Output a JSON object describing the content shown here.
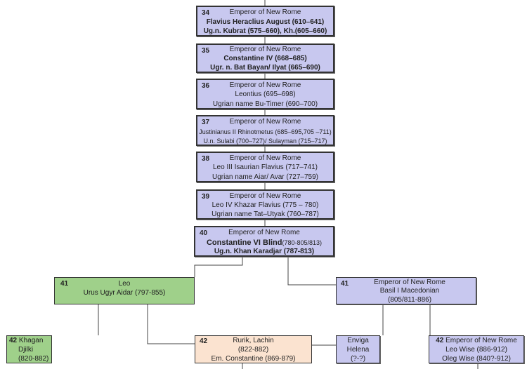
{
  "emperors": [
    {
      "num": "34",
      "title": "Emperor of New Rome",
      "line2": "Flavius Heraclius August (610–641)",
      "line3": "Ug.n. Kubrat (575–660), Kh.(605–660)"
    },
    {
      "num": "35",
      "title": "Emperor of New Rome",
      "line2": "Constantine IV (668–685)",
      "line3": "Ugr. n. Bat Bayan/ Ilyat (665–690)"
    },
    {
      "num": "36",
      "title": "Emperor of New Rome",
      "line2": "Leontius (695–698)",
      "line3": "Ugrian name Bu-Timer (690–700)"
    },
    {
      "num": "37",
      "title": "Emperor of New Rome",
      "line2": "Justinianus II Rhinotmetus (685–695,705 –711)",
      "line3": "U.n. Sulabi (700–727)/ Sulayman (715–717)"
    },
    {
      "num": "38",
      "title": "Emperor of New Rome",
      "line2": "Leo III Isaurian Flavius (717–741)",
      "line3": "Ugrian name Aiar/ Avar (727–759)"
    },
    {
      "num": "39",
      "title": "Emperor of New Rome",
      "line2": "Leo IV Khazar Flavius (775 – 780)",
      "line3": "Ugrian name Tat–Utyak (760–787)"
    },
    {
      "num": "40",
      "title": "Emperor of New Rome",
      "line2a": "Constantine VI Blind",
      "line2b": "(780-805/813)",
      "line3": "Ug.n. Khan Karadjar (787-813)"
    }
  ],
  "leo": {
    "num": "41",
    "name": "Leo",
    "line2": "Urus Ugyr Aidar (797-855)"
  },
  "basil": {
    "num": "41",
    "title": "Emperor of New Rome",
    "line2": "Basil I Macedonian",
    "line3": "(805/811-886)"
  },
  "djilki": {
    "num": "42",
    "title": "Khagan",
    "name": "Djilki",
    "dates": "(820-882)"
  },
  "rurik": {
    "num": "42",
    "name": "Rurik, Lachin",
    "dates": "(822-882)",
    "line3": "Em. Constantine (869-879)"
  },
  "enviga": {
    "name": "Enviga",
    "line2": "Helena",
    "line3": "(?-?)"
  },
  "leowise": {
    "num": "42",
    "title": "Emperor of New Rome",
    "line2": "Leo Wise (886-912)",
    "line3": "Oleg Wise (840?-912)"
  }
}
